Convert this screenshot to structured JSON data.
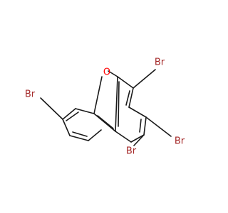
{
  "molecule": {
    "atoms": {
      "oxygen": "O",
      "br_c4": "Br",
      "br_c7": "Br",
      "br_c1": "Br",
      "br_c2": "Br"
    },
    "colors": {
      "bond": "#1a1a1a",
      "oxygen": "#ff0000",
      "bromine": "#a52a2a",
      "background": "#ffffff"
    }
  }
}
